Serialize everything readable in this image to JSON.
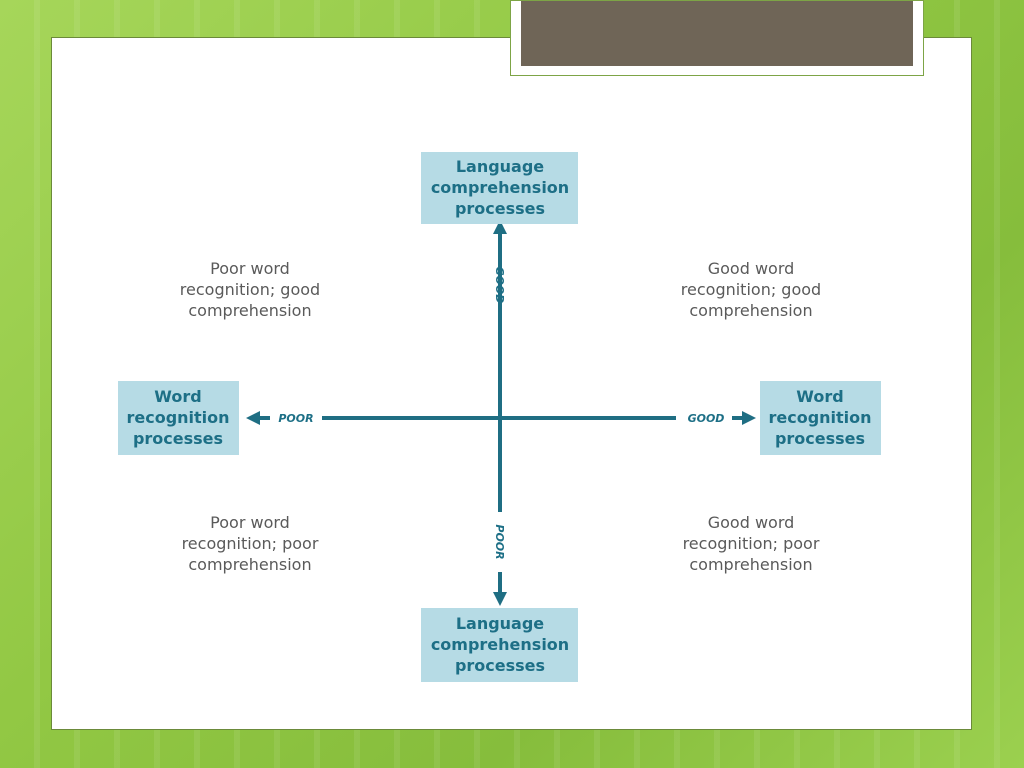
{
  "diagram": {
    "top_box": [
      "Language",
      "comprehension",
      "processes"
    ],
    "bottom_box": [
      "Language",
      "comprehension",
      "processes"
    ],
    "left_box": [
      "Word",
      "recognition",
      "processes"
    ],
    "right_box": [
      "Word",
      "recognition",
      "processes"
    ],
    "axis_labels": {
      "up": "GOOD",
      "down": "POOR",
      "left": "POOR",
      "right": "GOOD"
    },
    "quadrants": {
      "top_left": [
        "Poor word",
        "recognition; good",
        "comprehension"
      ],
      "top_right": [
        "Good word",
        "recognition; good",
        "comprehension"
      ],
      "bottom_left": [
        "Poor word",
        "recognition; poor",
        "comprehension"
      ],
      "bottom_right": [
        "Good word",
        "recognition; poor",
        "comprehension"
      ]
    },
    "colors": {
      "box_fill": "#b6dbe5",
      "box_text": "#1d6f86",
      "axis": "#1f6e83",
      "quadrant_text": "#5a5a5a",
      "background": "#92c844",
      "title_bar": "#6f6557"
    }
  }
}
